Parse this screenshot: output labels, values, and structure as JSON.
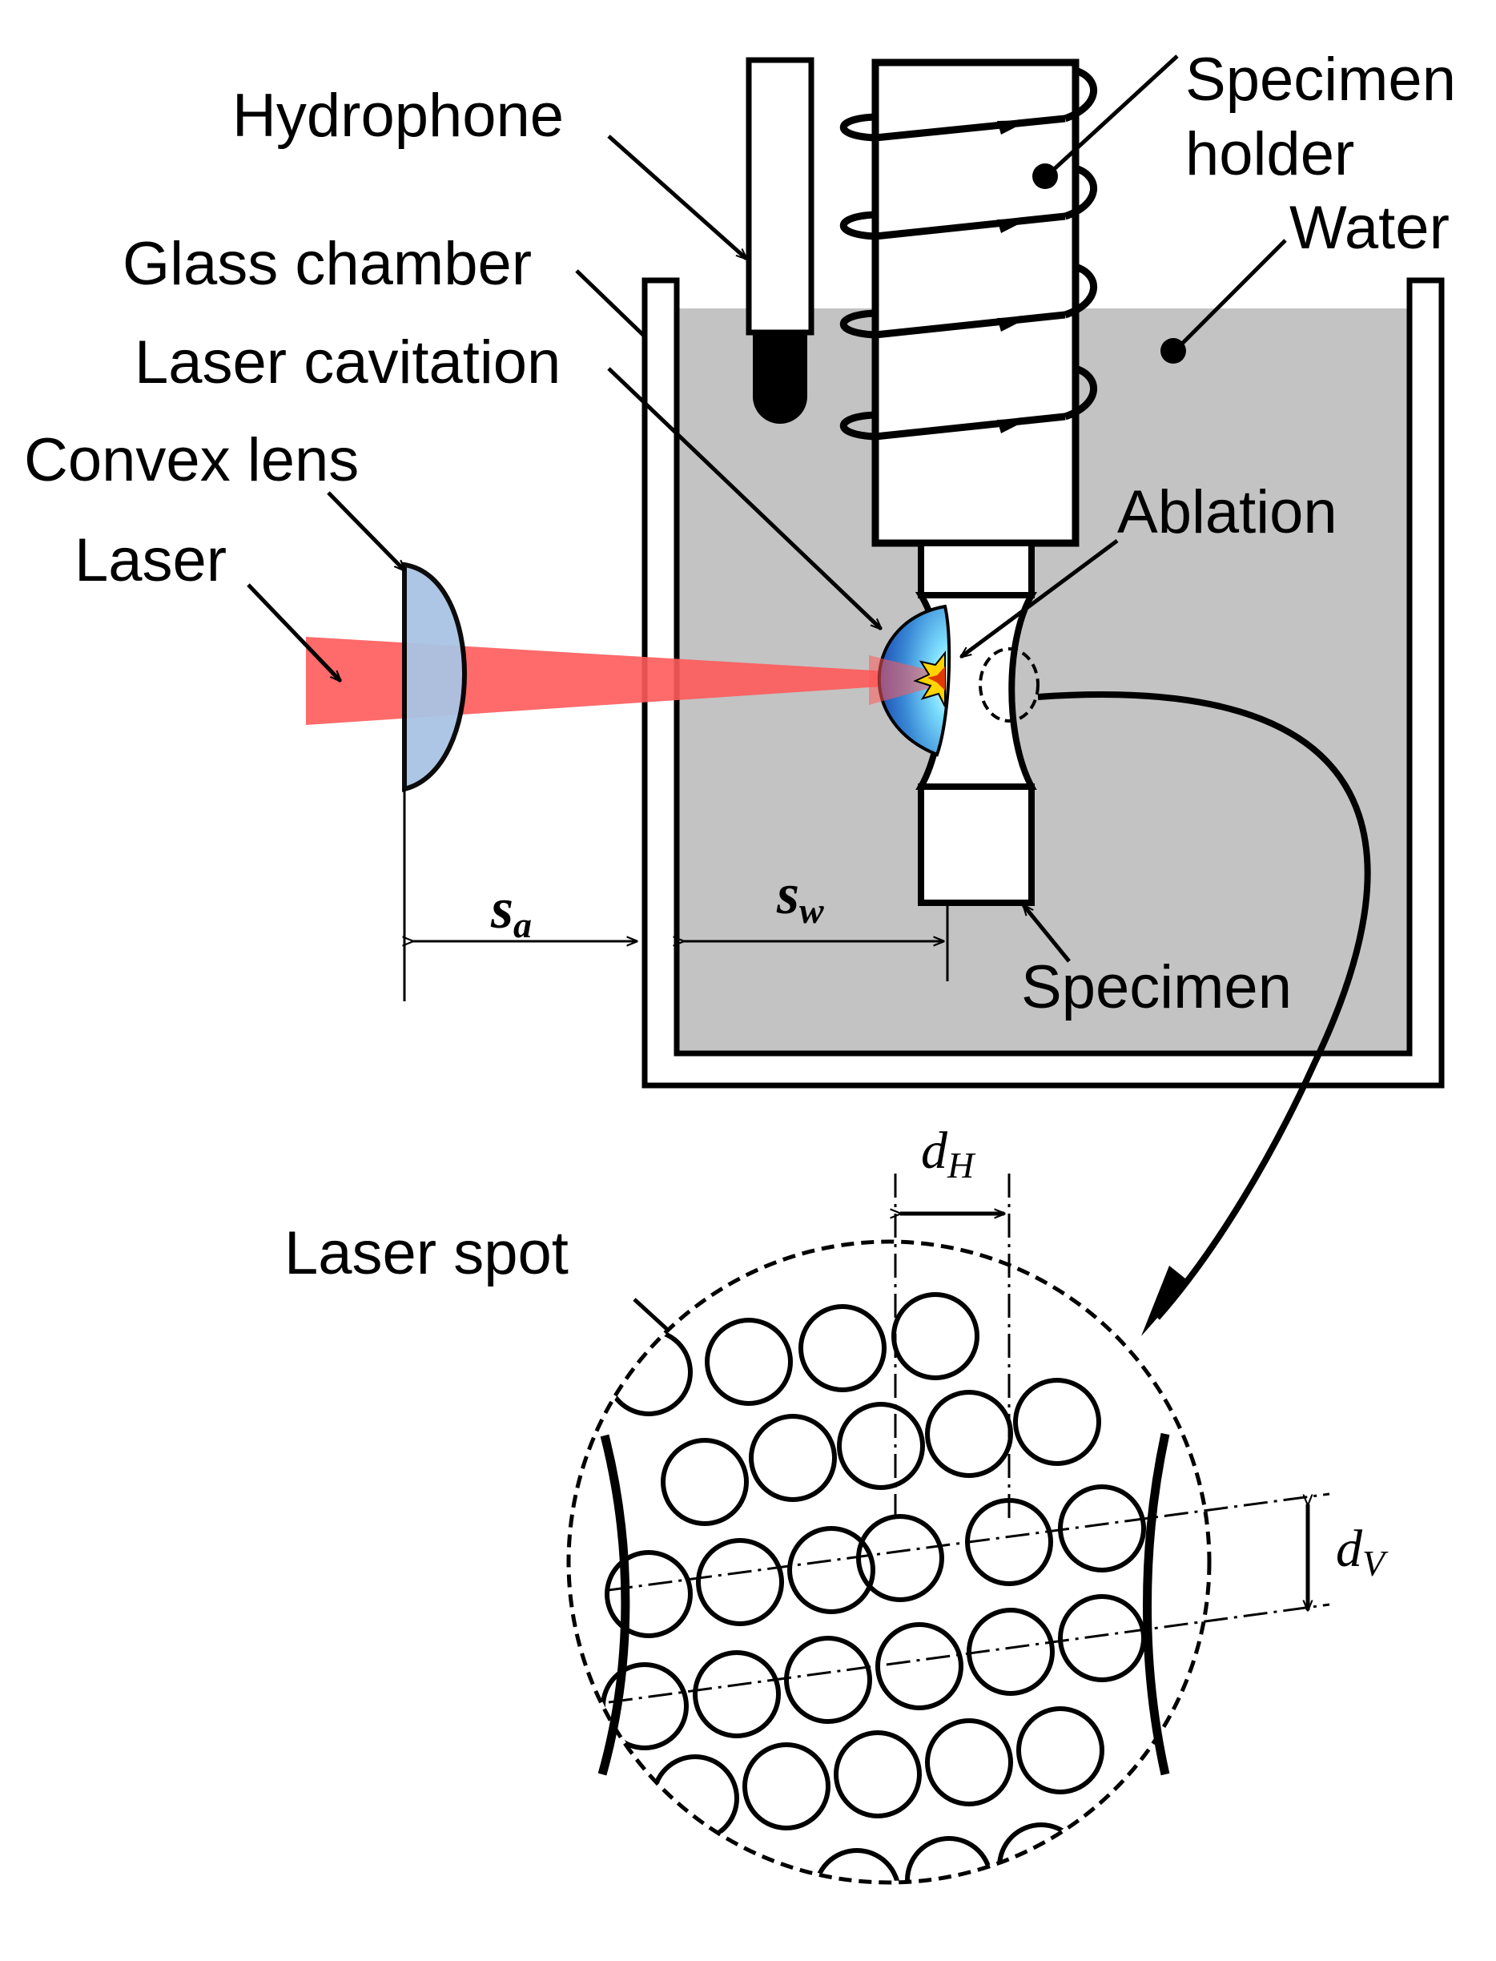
{
  "labels": {
    "hydrophone": "Hydrophone",
    "specimen_holder_1": "Specimen",
    "specimen_holder_2": "holder",
    "water": "Water",
    "glass_chamber": "Glass chamber",
    "laser_cavitation": "Laser cavitation",
    "convex_lens": "Convex lens",
    "laser": "Laser",
    "ablation": "Ablation",
    "specimen": "Specimen",
    "laser_spot": "Laser spot"
  },
  "dimensions": {
    "sa_main": "s",
    "sa_sub": "a",
    "sw_main": "s",
    "sw_sub": "w",
    "dh_main": "d",
    "dh_sub": "H",
    "dv_main": "d",
    "dv_sub": "V"
  },
  "colors": {
    "water": "#c3c3c3",
    "laser_beam": "#ff5a5a",
    "lens": "#a9c4e4",
    "cavitation_outer": "#3a8ad6",
    "cavitation_inner": "#7fe0ff",
    "ablation_flash": "#ffd400"
  }
}
